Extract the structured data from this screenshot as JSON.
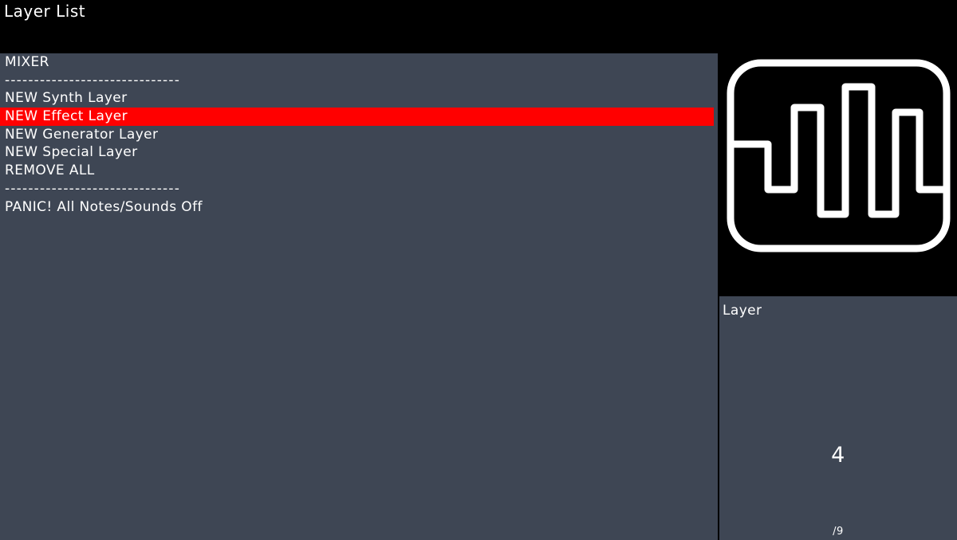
{
  "window": {
    "title": "Layer List",
    "background_color": "#000000",
    "panel_color": "#3e4654",
    "highlight_color": "#ff0000",
    "text_color": "#ffffff"
  },
  "menu": {
    "header": "MIXER",
    "separator": "------------------------------",
    "items": [
      {
        "label": "MIXER",
        "type": "header",
        "selected": false
      },
      {
        "label": "------------------------------",
        "type": "rule",
        "selected": false
      },
      {
        "label": "NEW Synth Layer",
        "type": "item",
        "selected": false
      },
      {
        "label": "NEW Effect Layer",
        "type": "item",
        "selected": true
      },
      {
        "label": "NEW Generator Layer",
        "type": "item",
        "selected": false
      },
      {
        "label": "NEW Special Layer",
        "type": "item",
        "selected": false
      },
      {
        "label": "REMOVE ALL",
        "type": "item",
        "selected": false
      },
      {
        "label": "------------------------------",
        "type": "rule",
        "selected": false
      },
      {
        "label": "PANIC! All Notes/Sounds Off",
        "type": "item",
        "selected": false
      }
    ]
  },
  "icon": {
    "name": "waveform-icon",
    "stroke_color": "#ffffff",
    "background_color": "#000000"
  },
  "status": {
    "label": "Layer",
    "value": "4",
    "total": "/9"
  }
}
